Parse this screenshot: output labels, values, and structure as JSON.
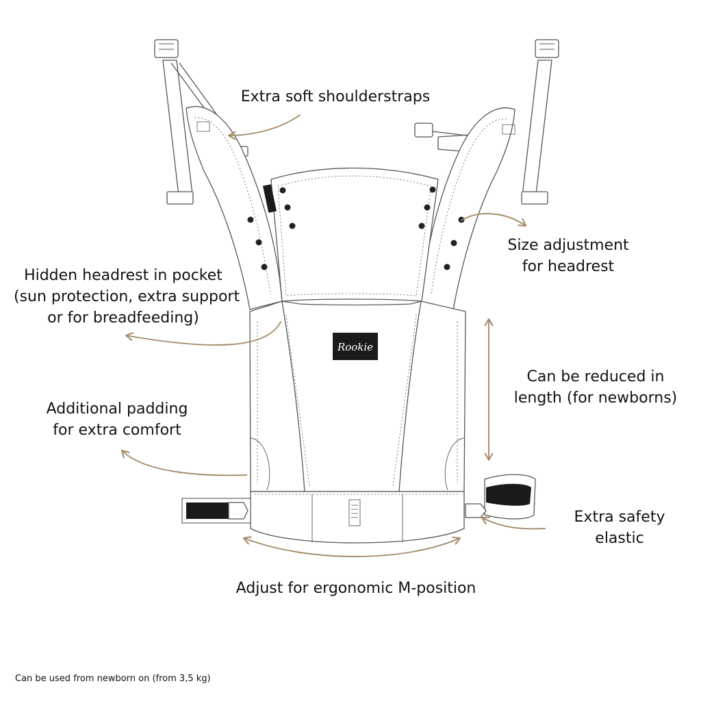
{
  "labels": {
    "shoulderstraps": "Extra soft shoulderstraps",
    "size_adjustment": [
      "Size adjustment",
      "for headrest"
    ],
    "hidden_headrest": [
      "Hidden headrest in pocket",
      "(sun protection, extra support",
      "or for breadfeeding)"
    ],
    "reduced_length": [
      "Can be reduced in",
      "length (for newborns)"
    ],
    "padding": [
      "Additional padding",
      "for extra comfort"
    ],
    "safety_elastic": [
      "Extra safety",
      "elastic"
    ],
    "m_position": "Adjust for ergonomic M-position"
  },
  "brand_logo": "Rookie",
  "footnote": "Can be used from newborn on (from 3,5 kg)",
  "colors": {
    "arrow": "#a68b6c",
    "outline": "#555555",
    "logo_bg": "#1a1a1a",
    "strap_black": "#1a1a1a"
  }
}
